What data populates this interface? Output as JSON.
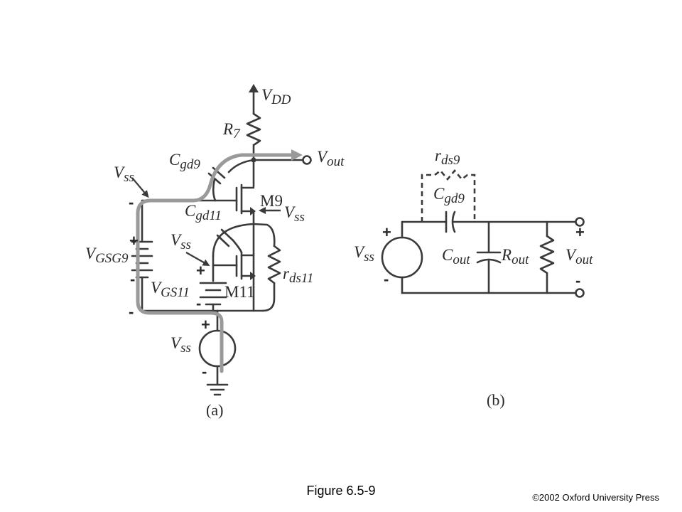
{
  "figure": {
    "caption": "Figure 6.5-9",
    "copyright": "©2002 Oxford University Press"
  },
  "circuit_a": {
    "panel_label": "(a)",
    "vdd": {
      "main": "V",
      "sub": "DD"
    },
    "r7": {
      "main": "R",
      "sub": "7"
    },
    "vout": {
      "main": "V",
      "sub": "out"
    },
    "cgd9": {
      "main": "C",
      "sub": "gd9"
    },
    "vss_top": {
      "main": "V",
      "sub": "ss"
    },
    "m9": "M9",
    "cgd11": {
      "main": "C",
      "sub": "gd11"
    },
    "vss_m9": {
      "main": "V",
      "sub": "ss"
    },
    "vss_mid": {
      "main": "V",
      "sub": "ss"
    },
    "vgsg9": {
      "main": "V",
      "sub": "GSG9"
    },
    "vgs11": {
      "main": "V",
      "sub": "GS11"
    },
    "m11": "M11",
    "rds11": {
      "main": "r",
      "sub": "ds11"
    },
    "vss_src": {
      "main": "V",
      "sub": "ss"
    },
    "plus": "+",
    "minus": "-"
  },
  "circuit_b": {
    "panel_label": "(b)",
    "rds9": {
      "main": "r",
      "sub": "ds9"
    },
    "cgd9": {
      "main": "C",
      "sub": "gd9"
    },
    "vss": {
      "main": "V",
      "sub": "ss"
    },
    "cout": {
      "main": "C",
      "sub": "out"
    },
    "rout": {
      "main": "R",
      "sub": "out"
    },
    "vout": {
      "main": "V",
      "sub": "out"
    },
    "plus": "+",
    "minus": "-"
  }
}
